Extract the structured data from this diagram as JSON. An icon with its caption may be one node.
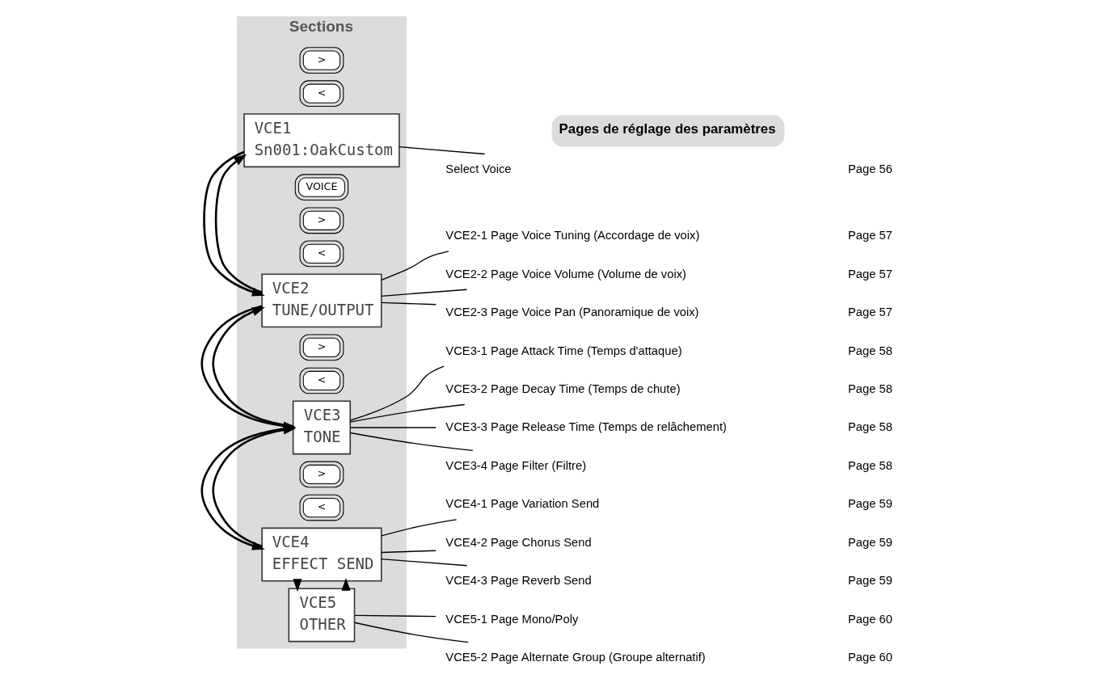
{
  "diagram": {
    "nodes": [
      {
        "text": [
          "Sections"
        ]
      },
      {
        "text": [
          "VOICE"
        ],
        "in": 0
      },
      {
        "text": [
          "VCE1",
          "Sn001:OakCustom"
        ],
        "in": 0
      },
      {
        "text": [
          "<"
        ],
        "in": 0
      },
      {
        "text": [
          ">"
        ],
        "in": 0
      },
      {
        "text": [
          "VCE2",
          "TUNE/OUTPUT"
        ],
        "in": 0
      },
      {
        "text": [
          "<"
        ],
        "in": 0
      },
      {
        "text": [
          ">"
        ],
        "in": 0
      },
      {
        "text": [
          "VCE3",
          "TONE"
        ],
        "in": 0
      },
      {
        "text": [
          "<"
        ],
        "in": 0
      },
      {
        "text": [
          ">"
        ],
        "in": 0
      },
      {
        "text": [
          "VCE4",
          "EFFECT SEND"
        ],
        "in": 0
      },
      {
        "text": [
          "<"
        ],
        "in": 0
      },
      {
        "text": [
          ">"
        ],
        "in": 0
      },
      {
        "text": [
          "VCE5",
          "OTHER"
        ],
        "in": 0
      },
      {
        "text": [
          "Pages de réglage des paramètres"
        ]
      },
      {
        "text": [
          "Select Voice",
          "Page 56"
        ]
      },
      {
        "text": [
          "VCE2-1 Page Voice Tuning (Accordage de voix)",
          "Page 57"
        ]
      },
      {
        "text": [
          "VCE2-2 Page Voice Volume (Volume de voix)",
          "Page 57"
        ]
      },
      {
        "text": [
          "VCE2-3 Page Voice Pan (Panoramique de voix)",
          "Page 57"
        ]
      },
      {
        "text": [
          "VCE3-1 Page Attack Time (Temps d'attaque)",
          "Page 58"
        ]
      },
      {
        "text": [
          "VCE3-2 Page Decay Time (Temps de chute)",
          "Page 58"
        ]
      },
      {
        "text": [
          "VCE3-3 Page Release Time (Temps de relâchement)",
          "Page 58"
        ]
      },
      {
        "text": [
          "VCE3-4 Page Filter (Filtre)",
          "Page 58"
        ]
      },
      {
        "text": [
          "VCE4-1 Page Variation Send",
          "Page 59"
        ]
      },
      {
        "text": [
          "VCE4-2 Page Chorus Send",
          "Page 59"
        ]
      },
      {
        "text": [
          "VCE4-3 Page Reverb Send",
          "Page 59"
        ]
      },
      {
        "text": [
          "VCE5-1 Page Mono/Poly",
          "Page 60"
        ]
      },
      {
        "text": [
          "VCE5-2 Page Alternate Group (Groupe alternatif)",
          "Page 60"
        ]
      }
    ],
    "edges": [
      {
        "from": 5,
        "to": 2,
        "arrow": "to"
      },
      {
        "from": 2,
        "to": 5,
        "arrow": "to"
      },
      {
        "from": 8,
        "to": 5,
        "arrow": "to"
      },
      {
        "from": 5,
        "to": 8,
        "arrow": "to"
      },
      {
        "from": 11,
        "to": 8,
        "arrow": "to"
      },
      {
        "from": 8,
        "to": 11,
        "arrow": "to"
      },
      {
        "from": 14,
        "to": 11,
        "arrow": "to"
      },
      {
        "from": 11,
        "to": 14,
        "arrow": "to"
      },
      {
        "from": 2,
        "to": 16,
        "arrow": "none"
      },
      {
        "from": 5,
        "to": 17,
        "arrow": "none"
      },
      {
        "from": 5,
        "to": 18,
        "arrow": "none"
      },
      {
        "from": 5,
        "to": 19,
        "arrow": "none"
      },
      {
        "from": 8,
        "to": 20,
        "arrow": "none"
      },
      {
        "from": 8,
        "to": 21,
        "arrow": "none"
      },
      {
        "from": 8,
        "to": 22,
        "arrow": "none"
      },
      {
        "from": 8,
        "to": 23,
        "arrow": "none"
      },
      {
        "from": 11,
        "to": 24,
        "arrow": "none"
      },
      {
        "from": 11,
        "to": 25,
        "arrow": "none"
      },
      {
        "from": 11,
        "to": 26,
        "arrow": "none"
      },
      {
        "from": 14,
        "to": 27,
        "arrow": "none"
      },
      {
        "from": 14,
        "to": 28,
        "arrow": "none"
      }
    ]
  }
}
